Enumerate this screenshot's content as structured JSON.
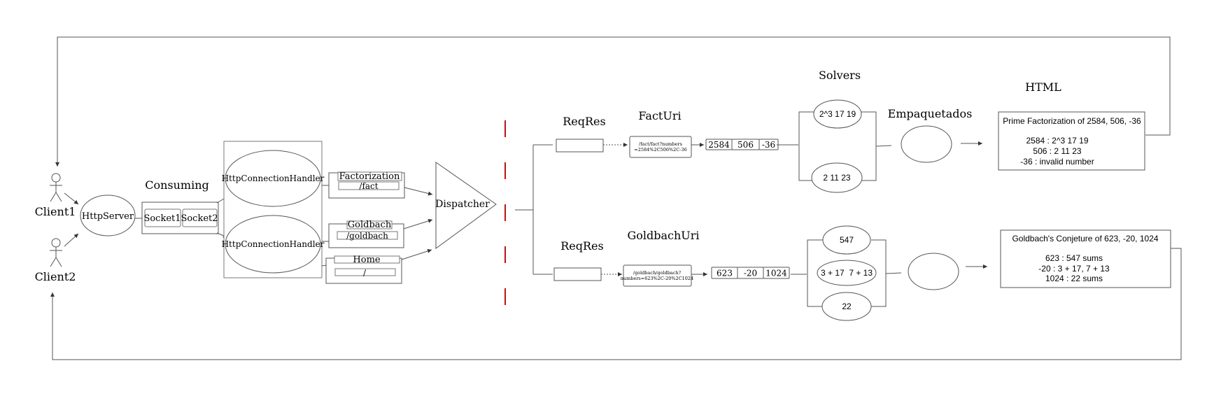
{
  "actors": {
    "client1": "Client1",
    "client2": "Client2"
  },
  "server": {
    "http_server": "HttpServer",
    "consuming_label": "Consuming",
    "socket1": "Socket1",
    "socket2": "Socket2",
    "handler1": "HttpConnectionHandler",
    "handler2": "HttpConnectionHandler"
  },
  "routes": {
    "factorization_title": "Factorization",
    "factorization_path": "/fact",
    "goldbach_title": "Goldbach",
    "goldbach_path": "/goldbach",
    "home_title": "Home",
    "home_path": "/"
  },
  "dispatcher": "Dispatcher",
  "fact_branch": {
    "reqres_label": "ReqRes",
    "uri_label": "FactUri",
    "uri_line1": "/fact/fact?numbers",
    "uri_line2": "=2584%2C506%2C-36",
    "numbers": [
      "2584",
      "506",
      "-36"
    ]
  },
  "goldbach_branch": {
    "reqres_label": "ReqRes",
    "uri_label": "GoldbachUri",
    "uri_line1": "/goldbach/goldbach?",
    "uri_line2": "numbers=623%2C-20%2C1024",
    "numbers": [
      "623",
      "-20",
      "1024"
    ]
  },
  "solvers": {
    "label": "Solvers",
    "fact_results": [
      "2^3 17 19",
      "2 11 23"
    ],
    "goldbach_results": [
      "547",
      "3 + 17  7 + 13",
      "22"
    ]
  },
  "packaging": {
    "label": "Empaquetados"
  },
  "html_output": {
    "label": "HTML",
    "fact": {
      "title": "Prime Factorization of 2584, 506, -36",
      "lines": [
        "2584 : 2^3 17 19",
        "506 : 2 11 23",
        "-36 : invalid number"
      ]
    },
    "goldbach": {
      "title": "Goldbach's Conjeture of 623, -20, 1024",
      "lines": [
        "623 : 547 sums",
        "-20 : 3 + 17, 7 + 13",
        "1024 : 22 sums"
      ]
    }
  },
  "colors": {
    "stroke": "#555555",
    "separator": "#e60000"
  }
}
